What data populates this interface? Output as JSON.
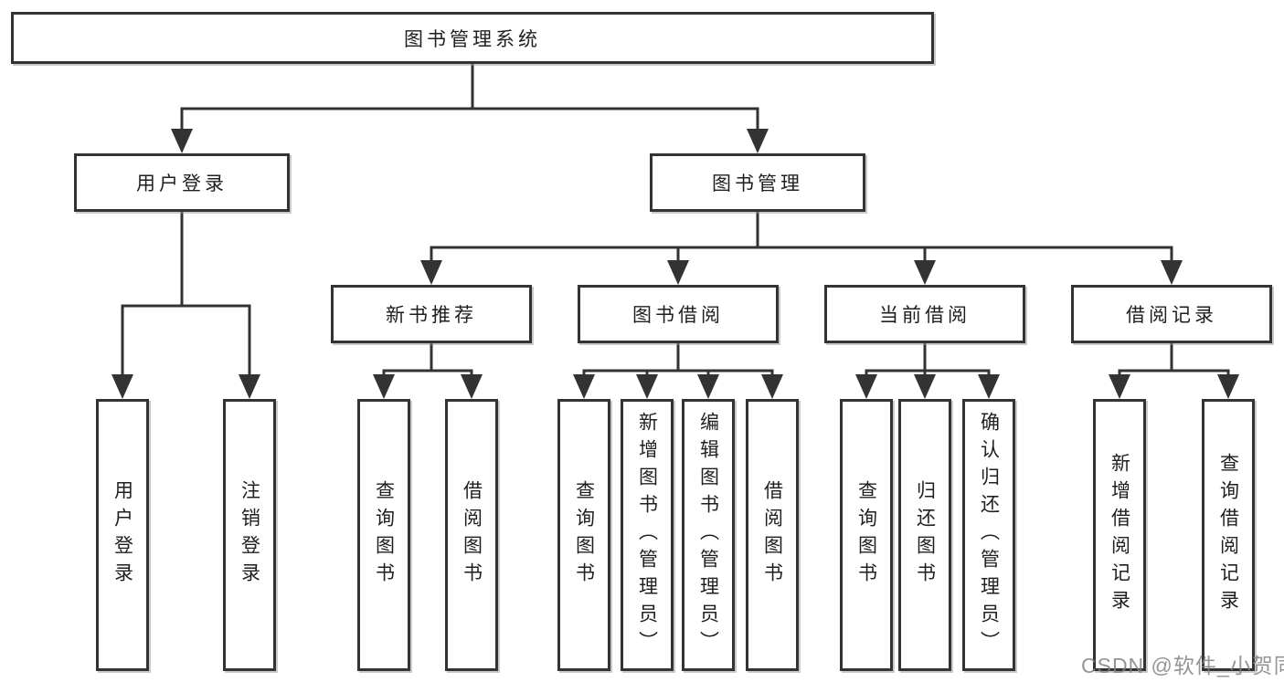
{
  "root": {
    "label": "图书管理系统"
  },
  "branches": [
    {
      "label": "用户登录",
      "leaves": [
        {
          "label": "用户登录"
        },
        {
          "label": "注销登录"
        }
      ]
    },
    {
      "label": "图书管理",
      "groups": [
        {
          "label": "新书推荐",
          "leaves": [
            {
              "label": "查询图书"
            },
            {
              "label": "借阅图书"
            }
          ]
        },
        {
          "label": "图书借阅",
          "leaves": [
            {
              "label": "查询图书"
            },
            {
              "label": "新增图书（管理员）"
            },
            {
              "label": "编辑图书（管理员）"
            },
            {
              "label": "借阅图书"
            }
          ]
        },
        {
          "label": "当前借阅",
          "leaves": [
            {
              "label": "查询图书"
            },
            {
              "label": "归还图书"
            },
            {
              "label": "确认归还（管理员）"
            }
          ]
        },
        {
          "label": "借阅记录",
          "leaves": [
            {
              "label": "新增借阅记录"
            },
            {
              "label": "查询借阅记录"
            }
          ]
        }
      ]
    }
  ],
  "watermark": {
    "text": "CSDN @软件_小贺同学"
  },
  "colors": {
    "line": "#333333",
    "text": "#1f1f1f",
    "background": "#ffffff",
    "watermark": "#828282"
  }
}
